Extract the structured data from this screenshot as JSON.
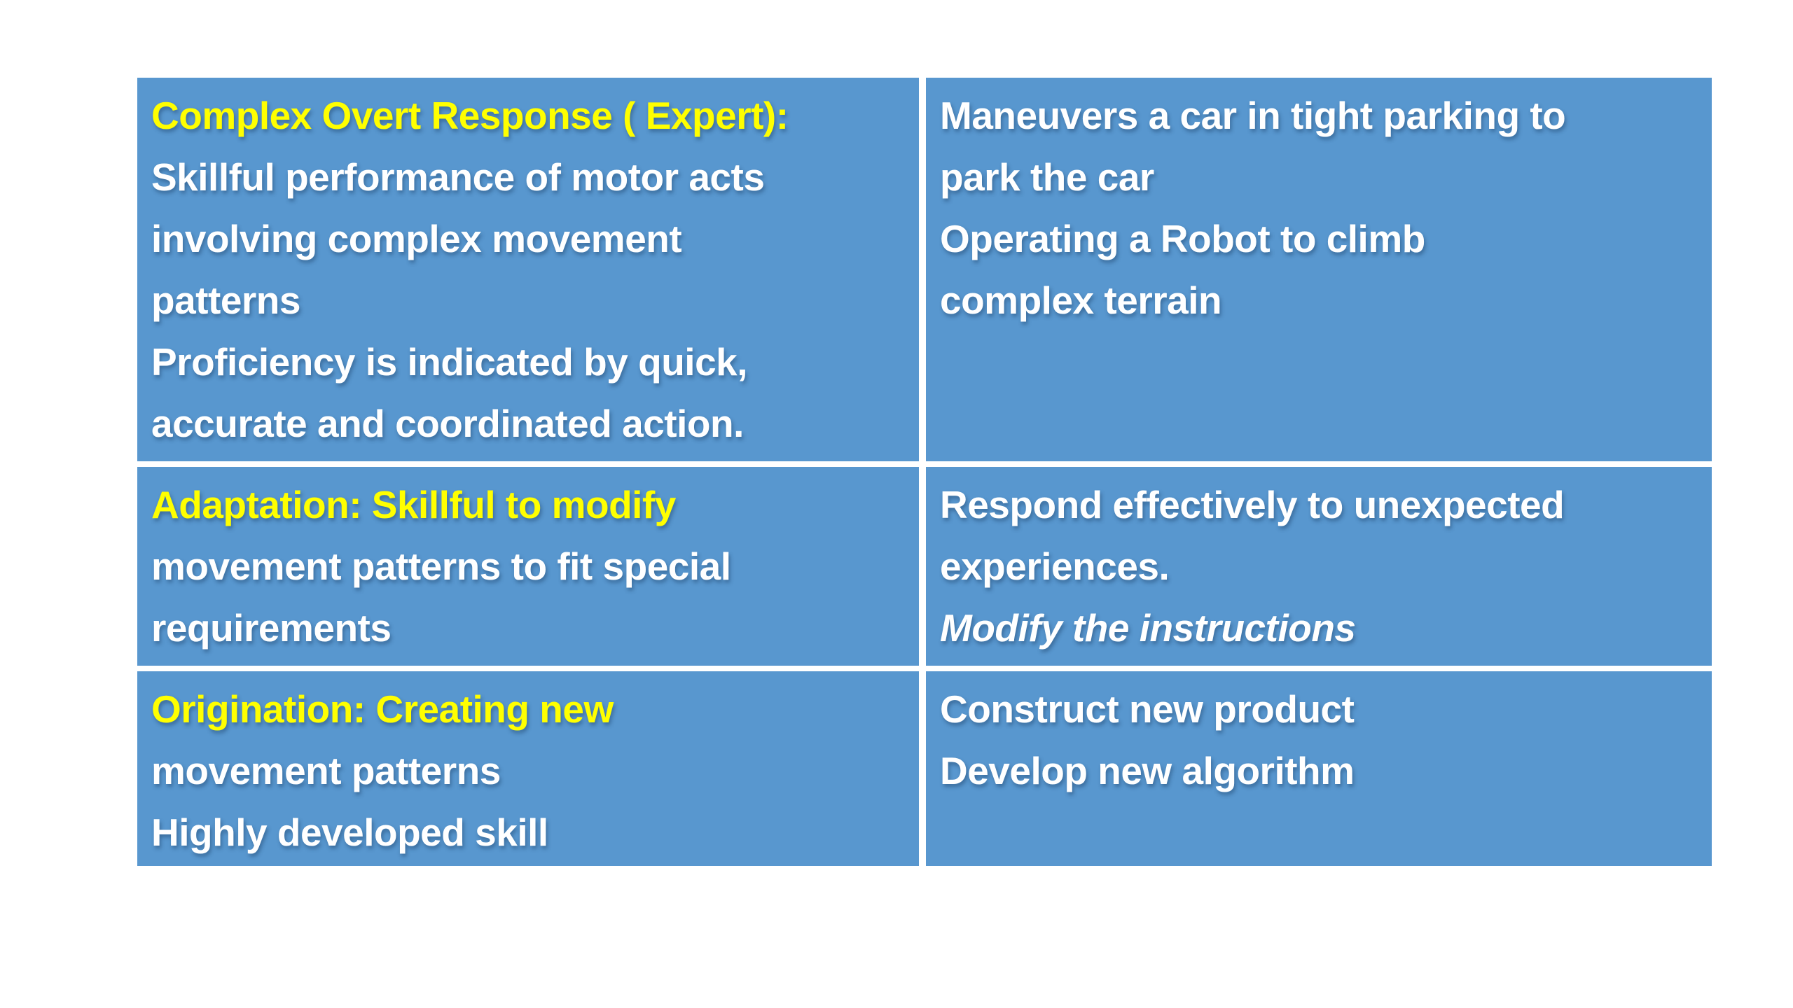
{
  "page": {
    "background_color": "#ffffff"
  },
  "table": {
    "fill_color": "#5897CF",
    "grid_line_color": "#ffffff",
    "accent_text_color": "#FFFF00",
    "body_text_color": "#ffffff",
    "rows": [
      {
        "cells": [
          {
            "lines": [
              {
                "text": "Complex Overt Response ( Expert):",
                "accent": true,
                "italic": false
              },
              {
                "text": "Skillful performance of motor acts",
                "accent": false,
                "italic": false
              },
              {
                "text": "involving complex movement",
                "accent": false,
                "italic": false
              },
              {
                "text": "patterns",
                "accent": false,
                "italic": false
              },
              {
                "text": "Proficiency is indicated by quick,",
                "accent": false,
                "italic": false
              },
              {
                "text": "accurate and coordinated action.",
                "accent": false,
                "italic": false
              }
            ]
          },
          {
            "lines": [
              {
                "text": "Maneuvers a car in tight parking to",
                "accent": false,
                "italic": false
              },
              {
                "text": "park the car",
                "accent": false,
                "italic": false
              },
              {
                "text": "Operating a Robot to climb",
                "accent": false,
                "italic": false
              },
              {
                "text": "complex terrain",
                "accent": false,
                "italic": false
              }
            ]
          }
        ]
      },
      {
        "cells": [
          {
            "lines": [
              {
                "text": "Adaptation: Skillful to modify",
                "accent": true,
                "italic": false
              },
              {
                "text": "movement patterns to fit special",
                "accent": false,
                "italic": false
              },
              {
                "text": "requirements",
                "accent": false,
                "italic": false
              }
            ]
          },
          {
            "lines": [
              {
                "text": "Respond effectively to unexpected",
                "accent": false,
                "italic": false
              },
              {
                "text": "experiences.",
                "accent": false,
                "italic": false
              },
              {
                "text": "Modify the instructions",
                "accent": false,
                "italic": true
              }
            ]
          }
        ]
      },
      {
        "cells": [
          {
            "lines": [
              {
                "text": "Origination: Creating new",
                "accent": true,
                "italic": false
              },
              {
                "text": "movement patterns",
                "accent": false,
                "italic": false
              },
              {
                "text": "Highly developed skill",
                "accent": false,
                "italic": false
              }
            ]
          },
          {
            "lines": [
              {
                "text": "Construct new product",
                "accent": false,
                "italic": false
              },
              {
                "text": "Develop new algorithm",
                "accent": false,
                "italic": false
              }
            ]
          }
        ]
      }
    ]
  }
}
